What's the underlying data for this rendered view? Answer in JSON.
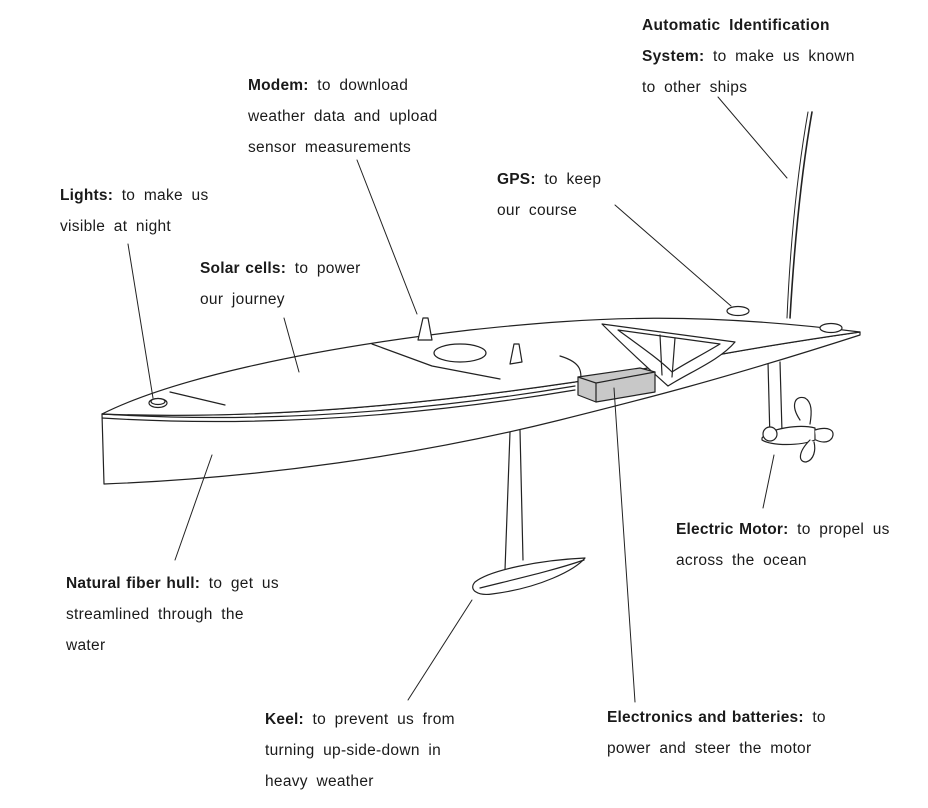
{
  "callouts": {
    "ais": {
      "title": "Automatic Identification System",
      "lines": [
        "Automatic Identification",
        "System:",
        "to make us known",
        "to other ships"
      ]
    },
    "modem": {
      "title": "Modem",
      "lines": [
        "to download",
        "weather data and upload",
        "sensor measurements"
      ]
    },
    "lights": {
      "title": "Lights",
      "lines": [
        "to make us",
        "visible at night"
      ]
    },
    "gps": {
      "title": "GPS",
      "lines": [
        "to keep",
        "our course"
      ]
    },
    "solar": {
      "title": "Solar cells",
      "lines": [
        "to power",
        "our journey"
      ]
    },
    "motor": {
      "title": "Electric Motor",
      "lines": [
        "to propel us",
        "across the ocean"
      ]
    },
    "hull": {
      "title": "Natural fiber hull",
      "lines": [
        "to get us",
        "streamlined through the",
        "water"
      ]
    },
    "keel": {
      "title": "Keel",
      "lines": [
        "to prevent us from",
        "turning up-side-down in",
        "heavy weather"
      ]
    },
    "electronics": {
      "title": "Electronics and batteries",
      "lines": [
        "to",
        "power and steer the motor"
      ]
    }
  }
}
